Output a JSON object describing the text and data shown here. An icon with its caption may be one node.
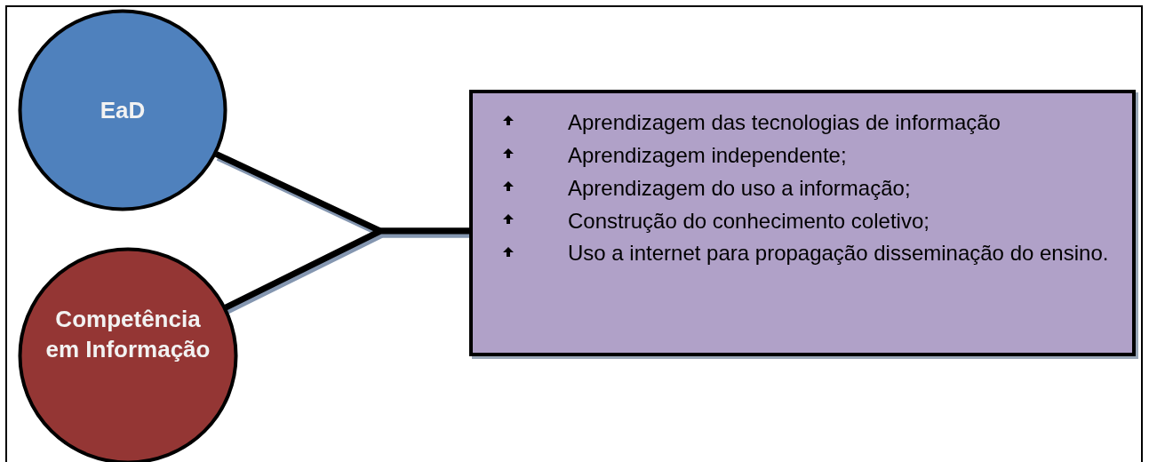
{
  "diagram": {
    "nodes": [
      {
        "text": [
          "EaD"
        ]
      },
      {
        "text": [
          "Competência em Informação"
        ]
      },
      {
        "text": [
          "Aprendizagem das tecnologias de informação",
          "Aprendizagem independente;",
          "Aprendizagem do uso a informação;",
          "Construção do conhecimento coletivo;",
          "Uso a internet para propagação disseminação do ensino."
        ]
      }
    ],
    "edges": [
      {
        "from": 0,
        "to": 2,
        "arrow": "none"
      },
      {
        "from": 1,
        "to": 2,
        "arrow": "none"
      }
    ]
  }
}
